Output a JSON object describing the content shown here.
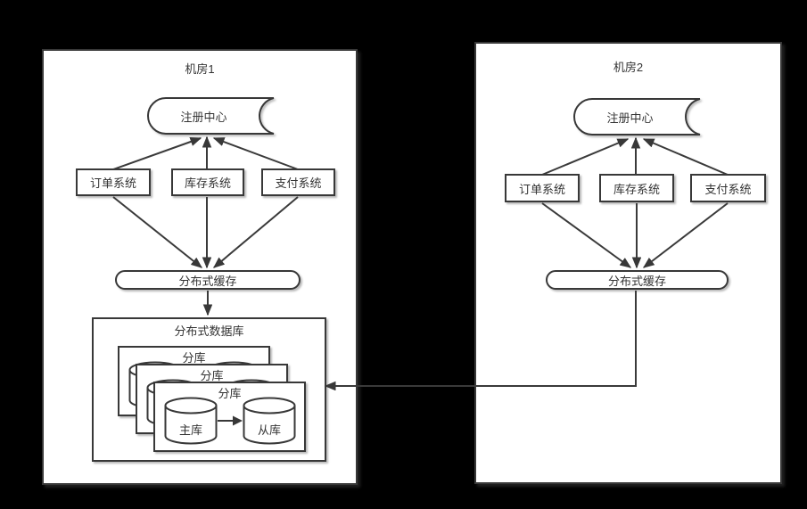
{
  "diagram": {
    "colors": {
      "background": "#000000",
      "shape_fill": "#ffffff",
      "stroke": "#383838",
      "text": "#333333"
    },
    "dc1": {
      "title": "机房1",
      "registry": "注册中心",
      "systems": [
        "订单系统",
        "库存系统",
        "支付系统"
      ],
      "cache": "分布式缓存",
      "db": {
        "title": "分布式数据库",
        "shard_label": "分库",
        "master": "主库",
        "slave": "从库"
      }
    },
    "dc2": {
      "title": "机房2",
      "registry": "注册中心",
      "systems": [
        "订单系统",
        "库存系统",
        "支付系统"
      ],
      "cache": "分布式缓存"
    }
  }
}
